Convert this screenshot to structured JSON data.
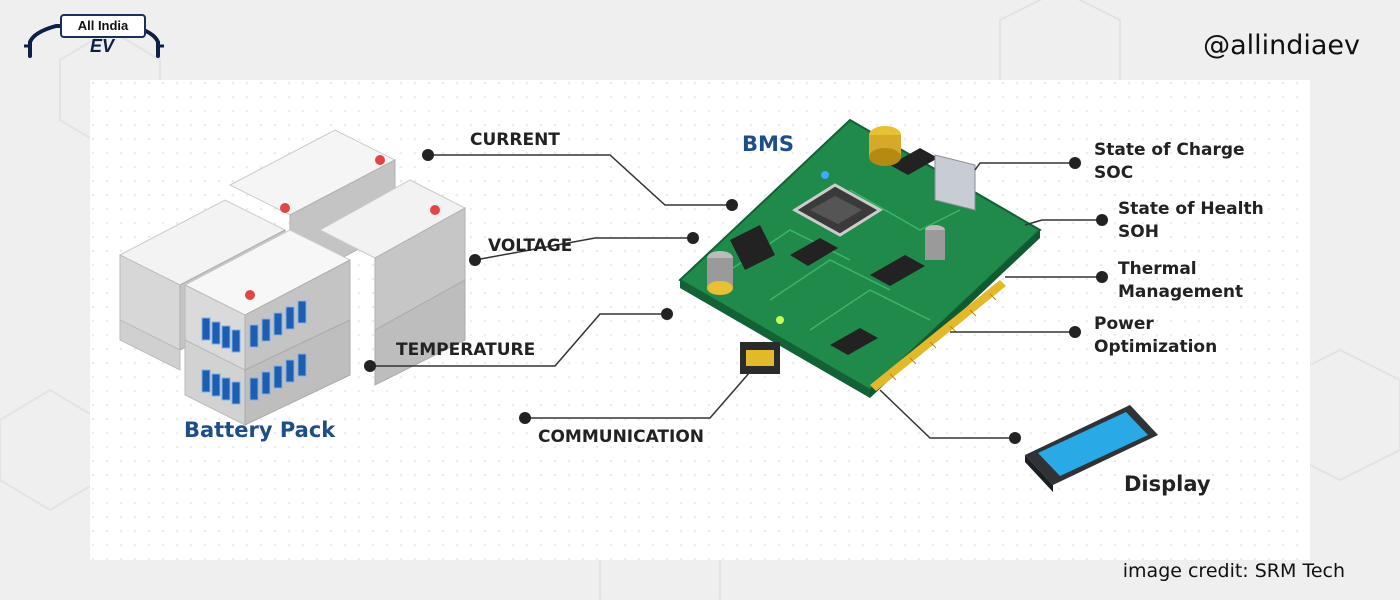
{
  "brand": {
    "logo_line1": "All India",
    "logo_line2": "EV",
    "handle": "@allindiaev",
    "credit": "image credit: SRM Tech"
  },
  "diagram": {
    "bms_title": "BMS",
    "battery_label": "Battery Pack",
    "display_label": "Display",
    "inputs": [
      "CURRENT",
      "VOLTAGE",
      "TEMPERATURE",
      "COMMUNICATION"
    ],
    "outputs": [
      {
        "line1": "State of Charge",
        "line2": "SOC"
      },
      {
        "line1": "State of Health",
        "line2": "SOH"
      },
      {
        "line1": "Thermal",
        "line2": "Management"
      },
      {
        "line1": "Power",
        "line2": "Optimization"
      }
    ]
  },
  "colors": {
    "pcb_green": "#1f8a4a",
    "pcb_dark": "#126236",
    "battery_blue": "#1e5db0",
    "title_navy": "#1d4e89",
    "screen_blue": "#29a9e6",
    "connector_gold": "#e2b92a"
  }
}
